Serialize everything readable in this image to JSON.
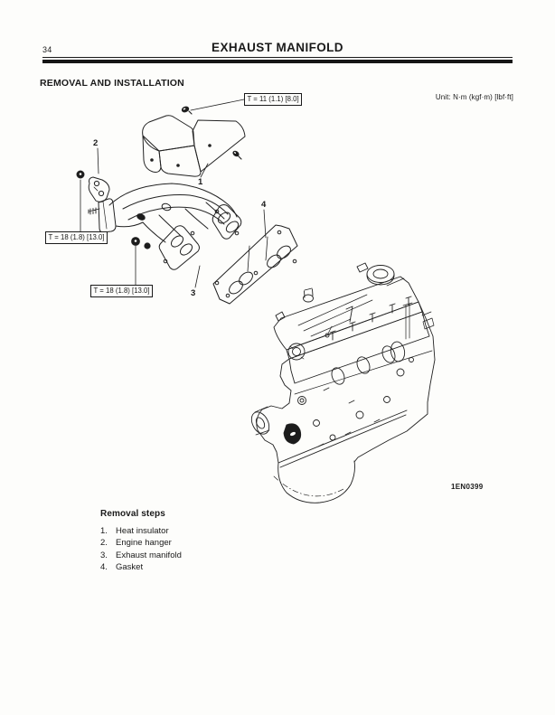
{
  "header": {
    "page_number": "34",
    "title": "EXHAUST MANIFOLD"
  },
  "section": {
    "heading": "REMOVAL AND INSTALLATION"
  },
  "figure": {
    "unit_label": "Unit: N·m (kgf·m) [lbf·ft]",
    "figure_code": "1EN0399",
    "torque_callouts": [
      {
        "text": "T = 11 (1.1) [8.0]"
      },
      {
        "text": "T = 18 (1.8) [13.0]"
      },
      {
        "text": "T = 18 (1.8) [13.0]"
      }
    ],
    "part_numbers": [
      "1",
      "2",
      "3",
      "4"
    ]
  },
  "removal_steps": {
    "title": "Removal steps",
    "items": [
      {
        "num": "1.",
        "label": "Heat insulator"
      },
      {
        "num": "2.",
        "label": "Engine hanger"
      },
      {
        "num": "3.",
        "label": "Exhaust manifold"
      },
      {
        "num": "4.",
        "label": "Gasket"
      }
    ]
  }
}
